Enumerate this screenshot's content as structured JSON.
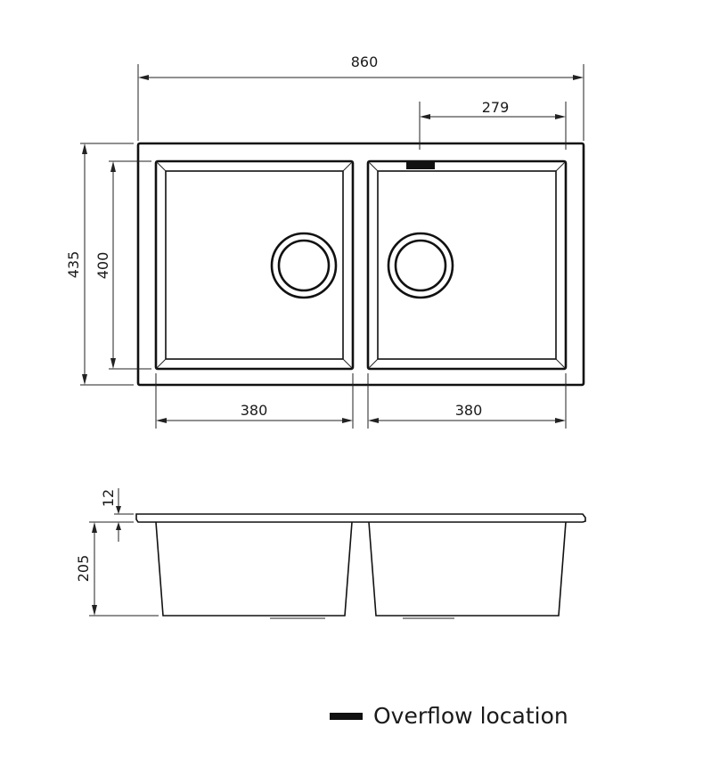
{
  "dimensions": {
    "overall_width": "860",
    "overflow_offset": "279",
    "overall_depth": "435",
    "bowl_depth": "400",
    "left_bowl_width": "380",
    "right_bowl_width": "380",
    "rim_thickness": "12",
    "bowl_height": "205"
  },
  "legend": {
    "label": "Overflow location",
    "swatch_color": "#111111"
  }
}
